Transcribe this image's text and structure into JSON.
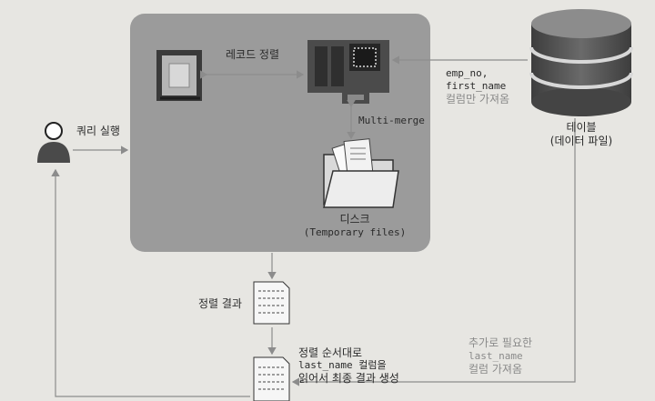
{
  "labels": {
    "record_sort": "레코드 정렬",
    "multi_merge": "Multi-merge",
    "disk": "디스크",
    "disk_sub": "(Temporary files)",
    "query_exec": "쿼리 실행",
    "table": "테이블",
    "table_sub": "(데이터 파일)",
    "fetch_cols_line1": "emp_no,",
    "fetch_cols_line2": "first_name",
    "fetch_cols_line3": "컬럼만 가져옴",
    "sort_result": "정렬 결과",
    "final_line1": "정렬 순서대로",
    "final_line2": "last_name 컬럼을",
    "final_line3": "읽어서 최종 결과 생성",
    "extra_line1": "추가로 필요한",
    "extra_line2": "last_name",
    "extra_line3": "컬럼 가져옴"
  },
  "colors": {
    "background": "#e7e6e2",
    "panel": "#9b9b9b",
    "arrow": "#8c8c8c",
    "database": "#555555"
  },
  "icons": [
    "cpu-icon",
    "memory-chip-icon",
    "folder-icon",
    "database-icon",
    "user-icon",
    "document-icon"
  ]
}
